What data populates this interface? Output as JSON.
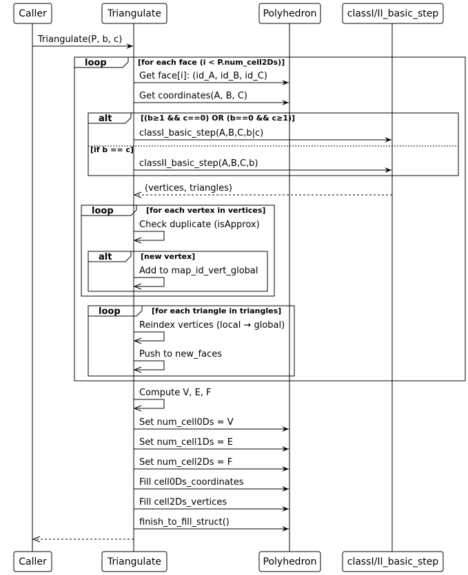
{
  "participants": [
    {
      "id": "caller",
      "label": "Caller"
    },
    {
      "id": "triangulate",
      "label": "Triangulate"
    },
    {
      "id": "polyhedron",
      "label": "Polyhedron"
    },
    {
      "id": "basic_step",
      "label": "classI/II_basic_step"
    }
  ],
  "frames": [
    {
      "id": "outer-loop",
      "kind": "loop",
      "guard": "[for each face (i < P.num_cell2Ds)]"
    },
    {
      "id": "alt-class",
      "kind": "alt",
      "guard": "[(b≥1 && c==0) OR (b==0 && c≥1)]",
      "else_guard": "[if b == c]"
    },
    {
      "id": "loop-vertex",
      "kind": "loop",
      "guard": "[for each vertex in vertices]"
    },
    {
      "id": "alt-new-vertex",
      "kind": "alt",
      "guard": "[new vertex]"
    },
    {
      "id": "loop-triangle",
      "kind": "loop",
      "guard": "[for each triangle in triangles]"
    }
  ],
  "messages": [
    {
      "id": "m1",
      "from": "caller",
      "to": "triangulate",
      "label": "Triangulate(P, b, c)",
      "style": "sync"
    },
    {
      "id": "m2",
      "from": "triangulate",
      "to": "polyhedron",
      "label": "Get face[i]: (id_A, id_B, id_C)",
      "style": "sync"
    },
    {
      "id": "m3",
      "from": "triangulate",
      "to": "polyhedron",
      "label": "Get coordinates(A, B, C)",
      "style": "sync"
    },
    {
      "id": "m4",
      "from": "triangulate",
      "to": "basic_step",
      "label": "classI_basic_step(A,B,C,b|c)",
      "style": "sync"
    },
    {
      "id": "m5",
      "from": "triangulate",
      "to": "basic_step",
      "label": "classII_basic_step(A,B,C,b)",
      "style": "sync"
    },
    {
      "id": "m6",
      "from": "basic_step",
      "to": "triangulate",
      "label": "(vertices, triangles)",
      "style": "return"
    },
    {
      "id": "m7",
      "from": "triangulate",
      "to": "triangulate",
      "label": "Check duplicate (isApprox)",
      "style": "self"
    },
    {
      "id": "m8",
      "from": "triangulate",
      "to": "triangulate",
      "label": "Add to map_id_vert_global",
      "style": "self"
    },
    {
      "id": "m9",
      "from": "triangulate",
      "to": "triangulate",
      "label": "Reindex vertices (local → global)",
      "style": "self"
    },
    {
      "id": "m10",
      "from": "triangulate",
      "to": "triangulate",
      "label": "Push to new_faces",
      "style": "self"
    },
    {
      "id": "m11",
      "from": "triangulate",
      "to": "triangulate",
      "label": "Compute V, E, F",
      "style": "self"
    },
    {
      "id": "m12",
      "from": "triangulate",
      "to": "polyhedron",
      "label": "Set num_cell0Ds = V",
      "style": "sync"
    },
    {
      "id": "m13",
      "from": "triangulate",
      "to": "polyhedron",
      "label": "Set num_cell1Ds = E",
      "style": "sync"
    },
    {
      "id": "m14",
      "from": "triangulate",
      "to": "polyhedron",
      "label": "Set num_cell2Ds = F",
      "style": "sync"
    },
    {
      "id": "m15",
      "from": "triangulate",
      "to": "polyhedron",
      "label": "Fill cell0Ds_coordinates",
      "style": "sync"
    },
    {
      "id": "m16",
      "from": "triangulate",
      "to": "polyhedron",
      "label": "Fill cell2Ds_vertices",
      "style": "sync"
    },
    {
      "id": "m17",
      "from": "triangulate",
      "to": "polyhedron",
      "label": "finish_to_fill_struct()",
      "style": "sync"
    },
    {
      "id": "m18",
      "from": "triangulate",
      "to": "caller",
      "label": "",
      "style": "return"
    }
  ]
}
